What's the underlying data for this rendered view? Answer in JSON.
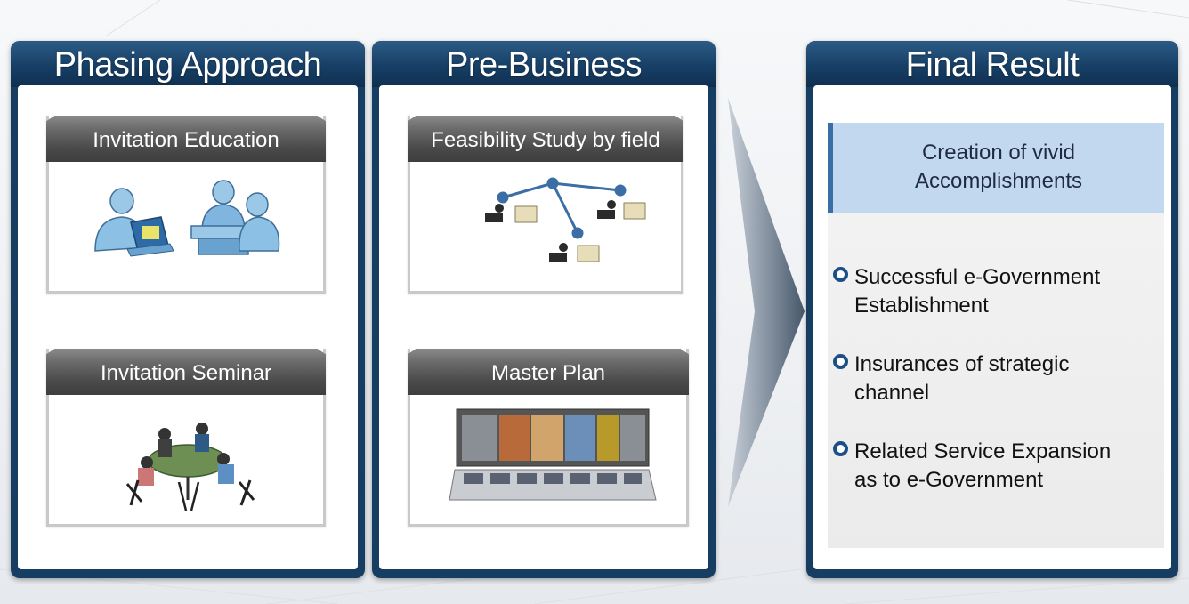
{
  "panels": {
    "phasing": {
      "title": "Phasing Approach",
      "cards": [
        {
          "title": "Invitation Education",
          "icon": "people-at-computers-icon"
        },
        {
          "title": "Invitation Seminar",
          "icon": "meeting-table-icon"
        }
      ]
    },
    "prebusiness": {
      "title": "Pre-Business",
      "cards": [
        {
          "title": "Feasibility Study by field",
          "icon": "network-workstations-icon"
        },
        {
          "title": "Master Plan",
          "icon": "control-room-icon"
        }
      ]
    },
    "final": {
      "title": "Final Result",
      "headline": "Creation of vivid Accomplishments",
      "headline_line1": "Creation of vivid",
      "headline_line2": "Accomplishments",
      "bullets": [
        {
          "line1": "Successful e-Government",
          "line2": "Establishment"
        },
        {
          "line1": "Insurances of strategic",
          "line2": "channel"
        },
        {
          "line1": "Related Service Expansion",
          "line2": "as to e-Government"
        }
      ]
    }
  },
  "colors": {
    "panel": "#163d62",
    "card_header": "#4a4a4a",
    "result_highlight": "#c2d8ee",
    "bullet": "#1c4f86"
  }
}
